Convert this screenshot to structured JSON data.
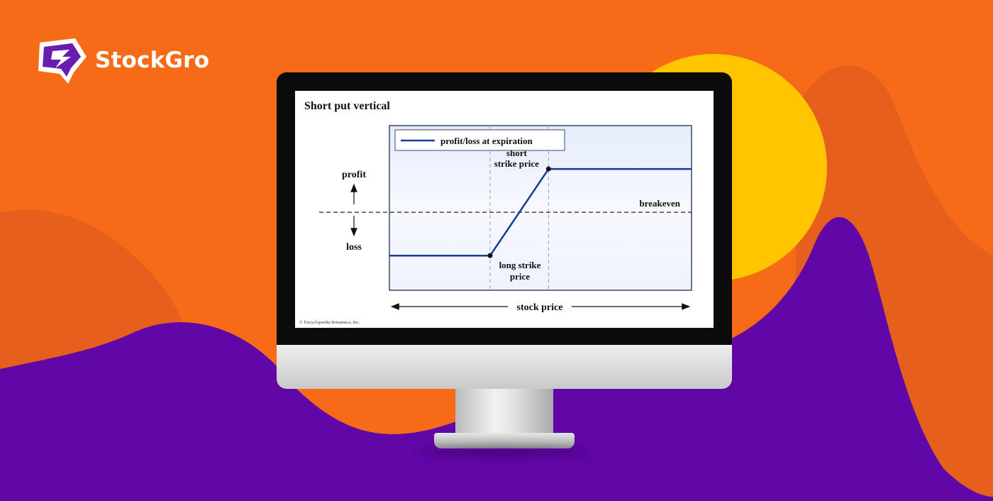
{
  "brand": {
    "name": "StockGro",
    "colors": {
      "orange": "#f56b17",
      "purple": "#6106a7",
      "yellow": "#ffc501",
      "logo_mark": "#6a1bb0"
    }
  },
  "chart_data": {
    "type": "line",
    "title": "Short put vertical",
    "xlabel": "stock price",
    "y_up_label": "profit",
    "y_down_label": "loss",
    "legend": {
      "label": "profit/loss at expiration",
      "placement": "top-left"
    },
    "series": [
      {
        "name": "profit/loss at expiration",
        "x": [
          0,
          1,
          1.58,
          3
        ],
        "y": [
          -1,
          -1,
          1,
          1
        ],
        "color": "#1a3a9a"
      }
    ],
    "breakeven_label": "breakeven",
    "breakeven_y": 0,
    "annotations": [
      {
        "label_lines": [
          "long strike",
          "price"
        ],
        "x": 1,
        "y": -1
      },
      {
        "label_lines": [
          "short",
          "strike price"
        ],
        "x": 1.58,
        "y": 1
      }
    ],
    "xlim": [
      0,
      3
    ],
    "ylim": [
      -1.8,
      2.0
    ],
    "grid": false,
    "credit": "© Encyclopædia Britannica, Inc."
  }
}
